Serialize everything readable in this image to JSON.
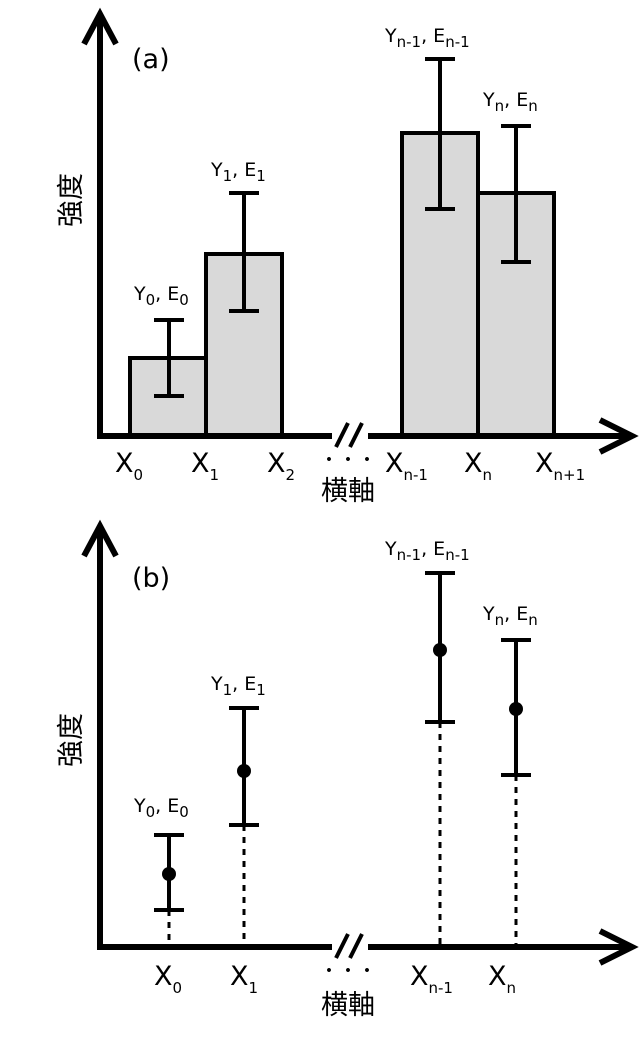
{
  "panel_a": {
    "label": "(a)",
    "y_axis_label": "強度",
    "x_axis_label": "横軸",
    "ellipsis": "・・・",
    "x_ticks": [
      {
        "base": "X",
        "sub": "0"
      },
      {
        "base": "X",
        "sub": "1"
      },
      {
        "base": "X",
        "sub": "2"
      },
      {
        "base": "X",
        "sub": "n-1"
      },
      {
        "base": "X",
        "sub": "n"
      },
      {
        "base": "X",
        "sub": "n+1"
      }
    ],
    "point_labels": [
      {
        "y": "Y",
        "ysub": "0",
        "e": "E",
        "esub": "0"
      },
      {
        "y": "Y",
        "ysub": "1",
        "e": "E",
        "esub": "1"
      },
      {
        "y": "Y",
        "ysub": "n-1",
        "e": "E",
        "esub": "n-1"
      },
      {
        "y": "Y",
        "ysub": "n",
        "e": "E",
        "esub": "n"
      }
    ]
  },
  "panel_b": {
    "label": "(b)",
    "y_axis_label": "強度",
    "x_axis_label": "横軸",
    "ellipsis": "・・・",
    "x_ticks": [
      {
        "base": "X",
        "sub": "0"
      },
      {
        "base": "X",
        "sub": "1"
      },
      {
        "base": "X",
        "sub": "n-1"
      },
      {
        "base": "X",
        "sub": "n"
      }
    ],
    "point_labels": [
      {
        "y": "Y",
        "ysub": "0",
        "e": "E",
        "esub": "0"
      },
      {
        "y": "Y",
        "ysub": "1",
        "e": "E",
        "esub": "1"
      },
      {
        "y": "Y",
        "ysub": "n-1",
        "e": "E",
        "esub": "n-1"
      },
      {
        "y": "Y",
        "ysub": "n",
        "e": "E",
        "esub": "n"
      }
    ]
  },
  "colors": {
    "bar_fill": "#d9d9d9",
    "stroke": "#000000"
  }
}
